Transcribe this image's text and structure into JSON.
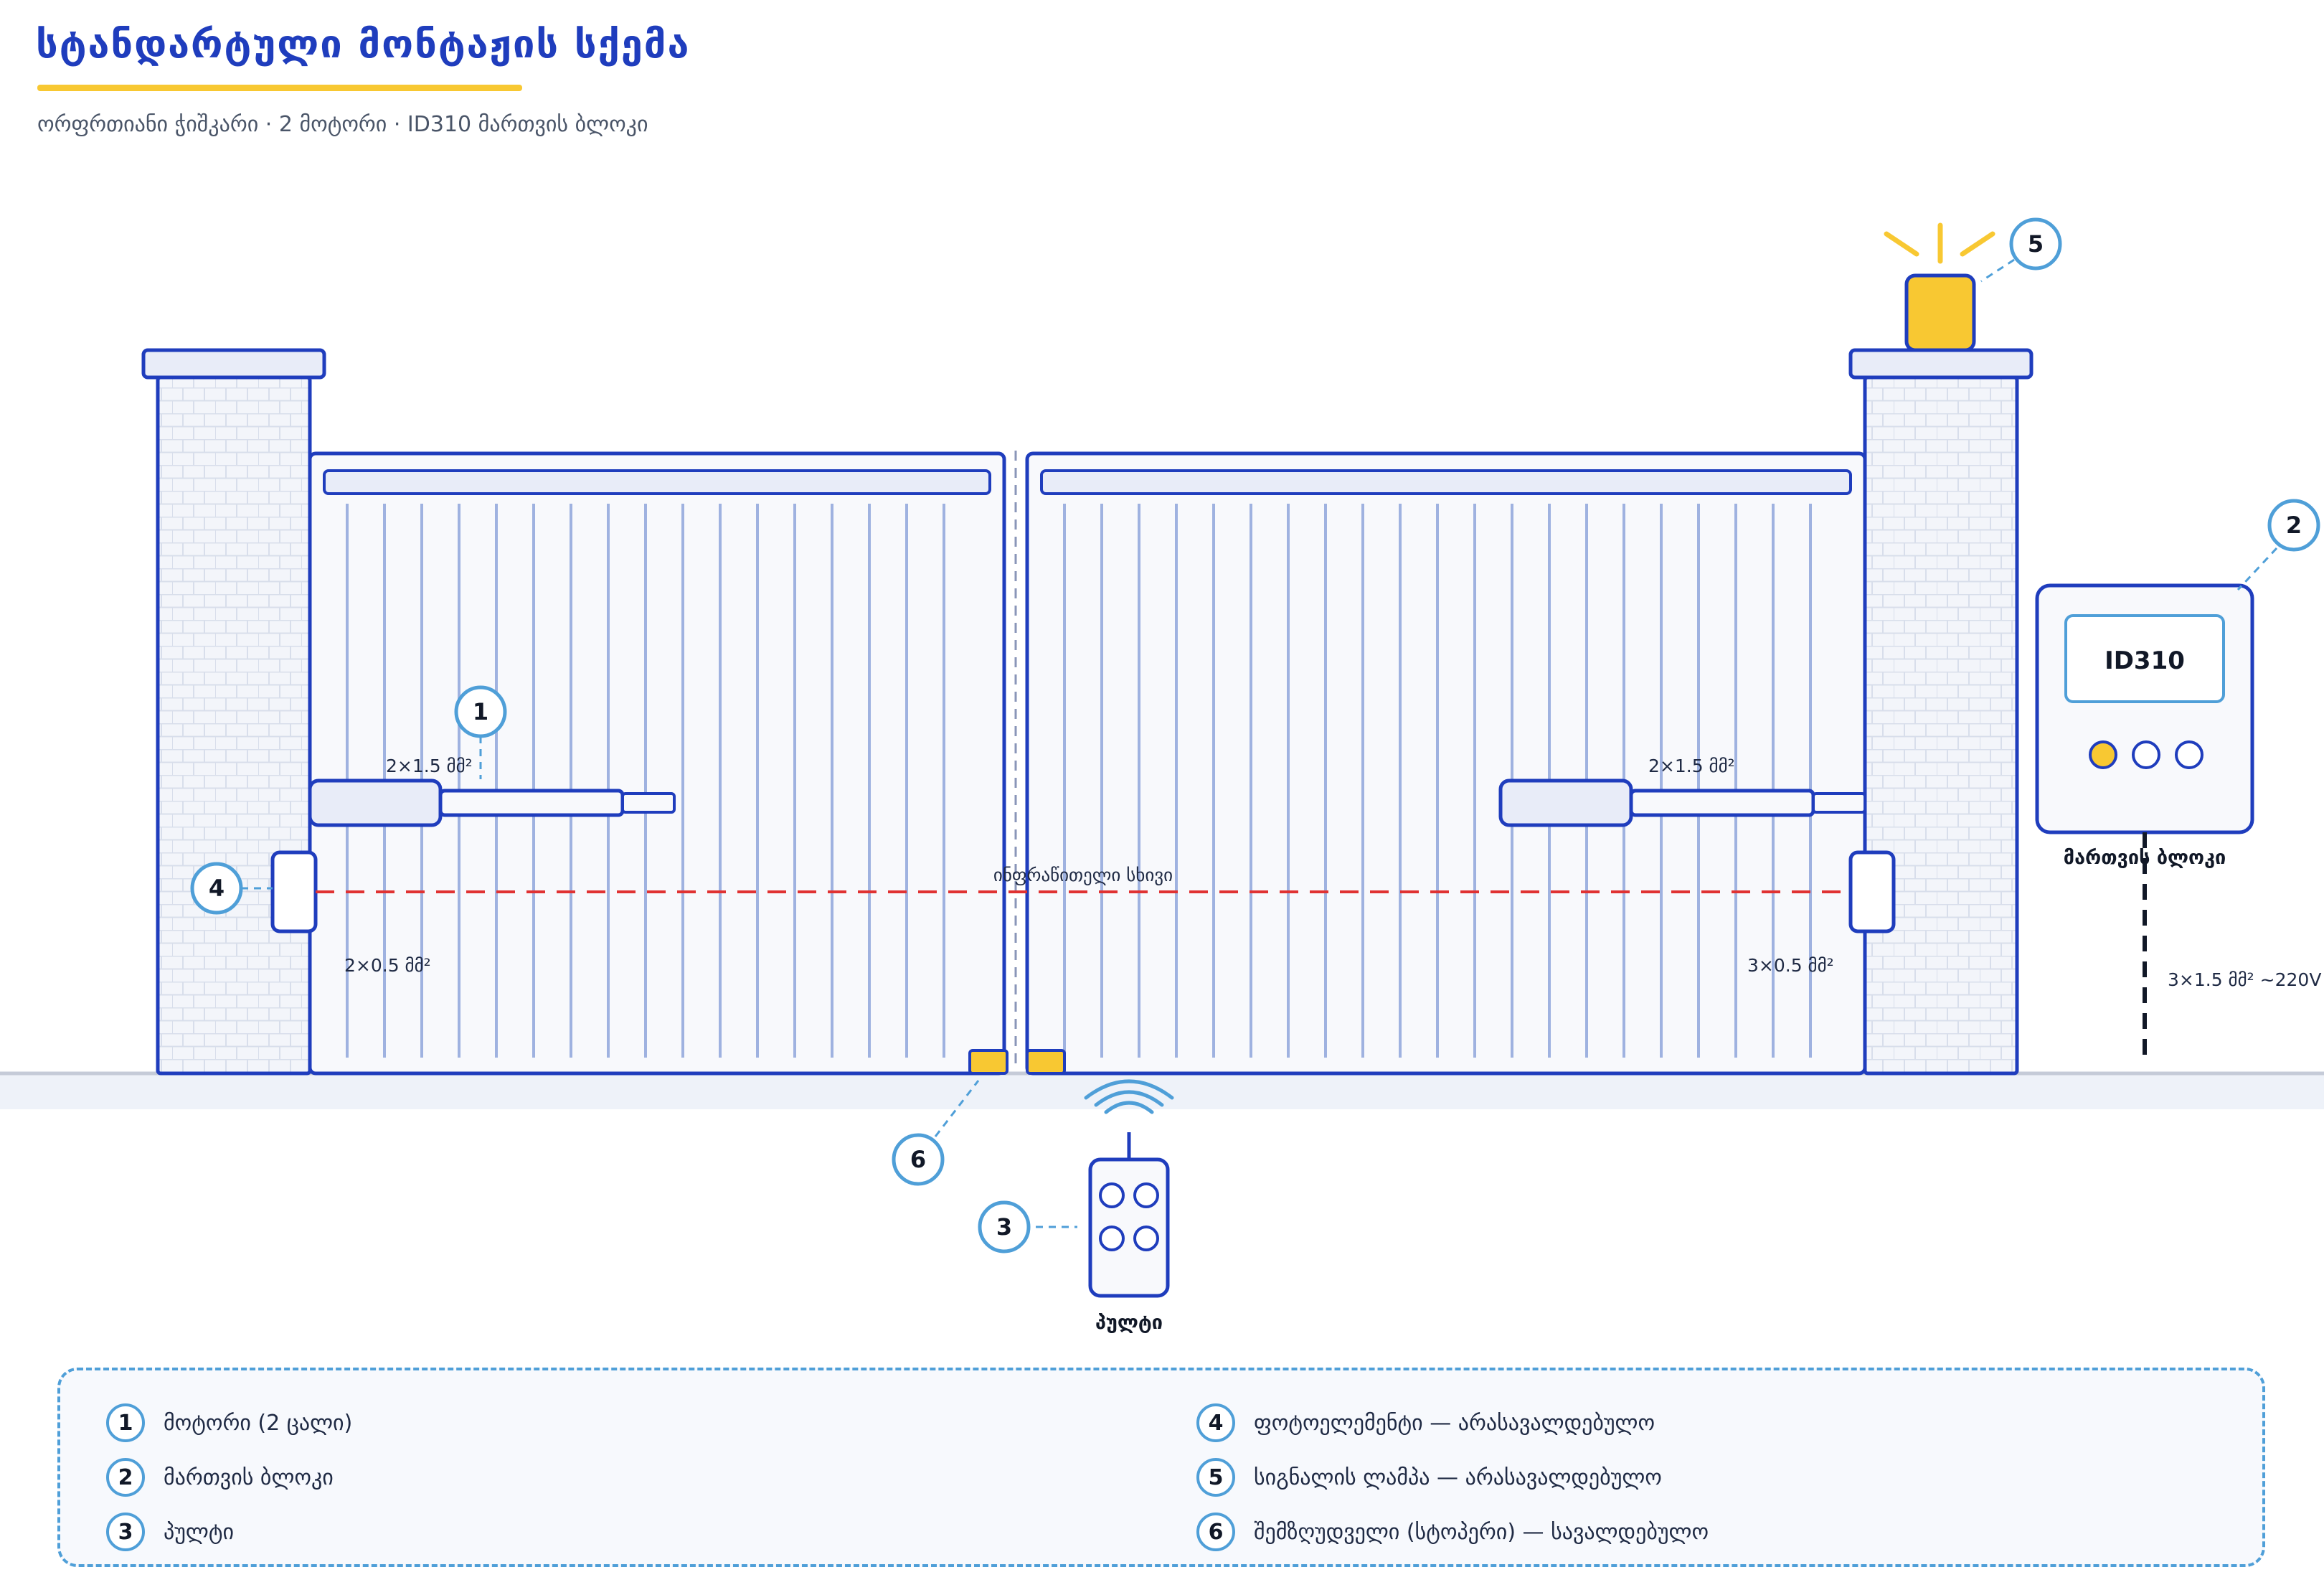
{
  "header": {
    "title": "სტანდარტული მონტაჟის სქემა",
    "subtitle": "ორფრთიანი ჭიშკარი · 2 მოტორი · ID310 მართვის ბლოკი"
  },
  "diagram": {
    "control_unit_model": "ID310",
    "control_unit_label": "მართვის ბლოკი",
    "remote_label": "პულტი",
    "beam_label": "ინფრაწითელი სხივი",
    "cable_motor_left": "2×1.5 მმ²",
    "cable_motor_right": "2×1.5 მმ²",
    "cable_photo_left": "2×0.5 მმ²",
    "cable_photo_right": "3×0.5 მმ²",
    "cable_power": "3×1.5 მმ² ~220V",
    "callouts": [
      "1",
      "2",
      "3",
      "4",
      "5",
      "6"
    ]
  },
  "legend": {
    "items": [
      {
        "num": "1",
        "text": "მოტორი (2 ცალი)"
      },
      {
        "num": "2",
        "text": "მართვის ბლოკი"
      },
      {
        "num": "3",
        "text": "პულტი"
      },
      {
        "num": "4",
        "text": "ფოტოელემენტი — არასავალდებულო"
      },
      {
        "num": "5",
        "text": "სიგნალის ლამპა — არასავალდებულო"
      },
      {
        "num": "6",
        "text": "შემზღუდველი (სტოპერი) — სავალდებულო"
      }
    ]
  },
  "colors": {
    "outline": "#1f3dbd",
    "callout_ring": "#4f9fd8",
    "lamp_yellow": "#f8c832",
    "beam_red": "#e03232",
    "panel_fill": "#f6f8fc",
    "bar_fill": "#9fb2e0",
    "ground": "#eef2f9"
  }
}
